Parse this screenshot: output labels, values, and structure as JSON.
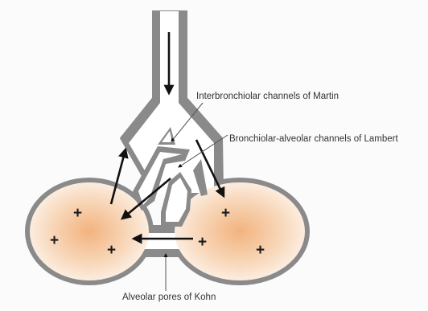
{
  "diagram": {
    "labels": {
      "martin": "Interbronchiolar channels of Martin",
      "lambert": "Bronchiolar-alveolar channels of Lambert",
      "kohn": "Alveolar pores of Kohn"
    },
    "plus_sign": "+",
    "colors": {
      "wall": "#8a8a8a",
      "lumen": "#ffffff",
      "alveolus_center": "#f2b37f",
      "alveolus_edge": "#fdf3ea",
      "arrow": "#111111",
      "leader_line": "#555555"
    }
  }
}
